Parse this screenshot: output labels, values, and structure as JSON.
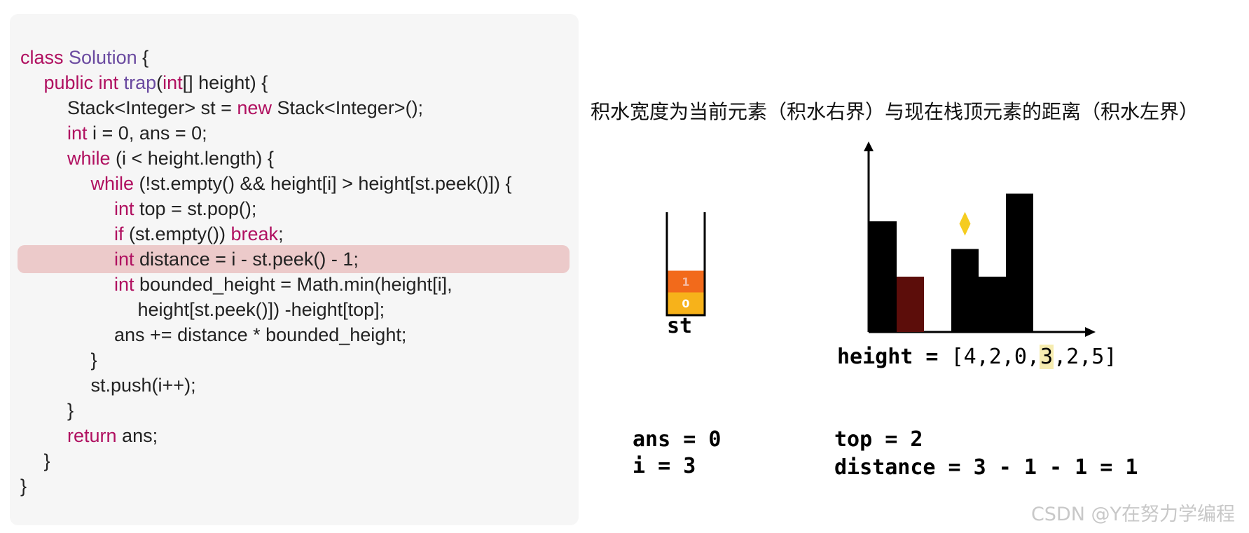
{
  "code": {
    "lines": [
      {
        "indent": 0,
        "parts": [
          {
            "t": "class ",
            "c": "kw"
          },
          {
            "t": "Solution",
            "c": "fn"
          },
          {
            "t": " {"
          }
        ]
      },
      {
        "indent": 1,
        "parts": [
          {
            "t": "public ",
            "c": "kw"
          },
          {
            "t": "int ",
            "c": "kw"
          },
          {
            "t": "trap",
            "c": "fn"
          },
          {
            "t": "("
          },
          {
            "t": "int",
            "c": "kw"
          },
          {
            "t": "[] height) {"
          }
        ]
      },
      {
        "indent": 2,
        "parts": [
          {
            "t": "Stack<Integer> st = "
          },
          {
            "t": "new ",
            "c": "kw"
          },
          {
            "t": "Stack<Integer>();"
          }
        ]
      },
      {
        "indent": 2,
        "parts": [
          {
            "t": "int ",
            "c": "kw"
          },
          {
            "t": "i = 0, ans = 0;"
          }
        ]
      },
      {
        "indent": 2,
        "parts": [
          {
            "t": "while ",
            "c": "kw"
          },
          {
            "t": "(i < height.length) {"
          }
        ]
      },
      {
        "indent": 3,
        "parts": [
          {
            "t": "while ",
            "c": "kw"
          },
          {
            "t": "(!st.empty() && height[i] > height[st.peek()]) {"
          }
        ]
      },
      {
        "indent": 4,
        "parts": [
          {
            "t": "int ",
            "c": "kw"
          },
          {
            "t": "top = st.pop();"
          }
        ]
      },
      {
        "indent": 4,
        "parts": [
          {
            "t": "if ",
            "c": "kw"
          },
          {
            "t": "(st.empty()) "
          },
          {
            "t": "break",
            "c": "kw"
          },
          {
            "t": ";"
          }
        ]
      },
      {
        "indent": 4,
        "highlight": true,
        "parts": [
          {
            "t": "int ",
            "c": "kw"
          },
          {
            "t": "distance = i - st.peek() - 1;"
          }
        ]
      },
      {
        "indent": 4,
        "parts": [
          {
            "t": "int ",
            "c": "kw"
          },
          {
            "t": "bounded_height = Math.min(height[i],"
          }
        ]
      },
      {
        "indent": 5,
        "parts": [
          {
            "t": "height[st.peek()]) -height[top];"
          }
        ]
      },
      {
        "indent": 4,
        "parts": [
          {
            "t": "ans += distance * bounded_height;"
          }
        ]
      },
      {
        "indent": 3,
        "parts": [
          {
            "t": "}"
          }
        ]
      },
      {
        "indent": 3,
        "parts": [
          {
            "t": "st.push(i++);"
          }
        ]
      },
      {
        "indent": 2,
        "parts": [
          {
            "t": "}"
          }
        ]
      },
      {
        "indent": 2,
        "parts": [
          {
            "t": "return ",
            "c": "kw"
          },
          {
            "t": "ans;"
          }
        ]
      },
      {
        "indent": 1,
        "parts": [
          {
            "t": "}"
          }
        ]
      },
      {
        "indent": 0,
        "parts": [
          {
            "t": "}"
          }
        ]
      }
    ]
  },
  "caption": "积水宽度为当前元素（积水右界）与现在栈顶元素的距离（积水左界）",
  "stack": {
    "label": "st",
    "items": [
      {
        "value": "0",
        "color": "#f7b21a"
      },
      {
        "value": "1",
        "color": "#f26a1b"
      }
    ]
  },
  "chart": {
    "values": [
      4,
      2,
      0,
      3,
      2,
      5
    ],
    "current_index": 3,
    "popped_index": 1,
    "bar_color": "#000000",
    "popped_color": "#5c0d0a",
    "marker_color": "#f5cc1f"
  },
  "array": {
    "prefix": "height = ",
    "open": "[",
    "items": [
      "4",
      "2",
      "0",
      "3",
      "2",
      "5"
    ],
    "separator": ",",
    "close": "]",
    "highlight_index": 3,
    "highlight_color": "#f6ecb0"
  },
  "vars": {
    "ans": "ans = 0",
    "i": "i = 3",
    "top": "top = 2",
    "distance": "distance = 3 - 1 - 1 = 1"
  },
  "watermark": "CSDN @Y在努力学编程"
}
